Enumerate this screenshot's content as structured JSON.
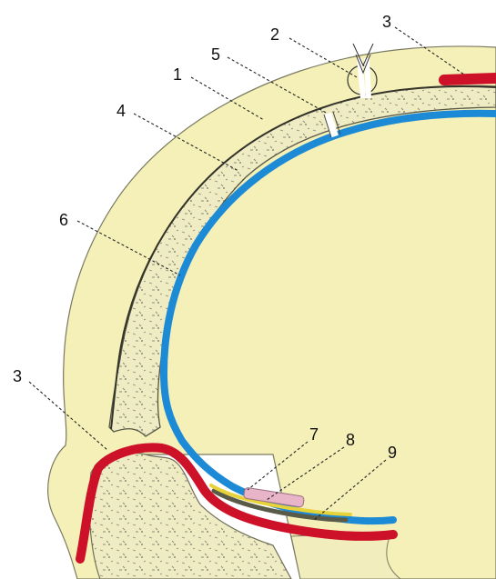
{
  "labels": {
    "l1": "1",
    "l2": "2",
    "l3_top": "3",
    "l3_left": "3",
    "l4": "4",
    "l5": "5",
    "l6": "6",
    "l7": "7",
    "l8": "8",
    "l9": "9"
  },
  "colors": {
    "bone_outer": "#f4f0b8",
    "bone_inner": "#ece9c2",
    "blue_layer": "#1d8ad6",
    "red_layer": "#cc1128",
    "pink_layer": "#e8b4c8",
    "dark_layer": "#5a5a48"
  }
}
